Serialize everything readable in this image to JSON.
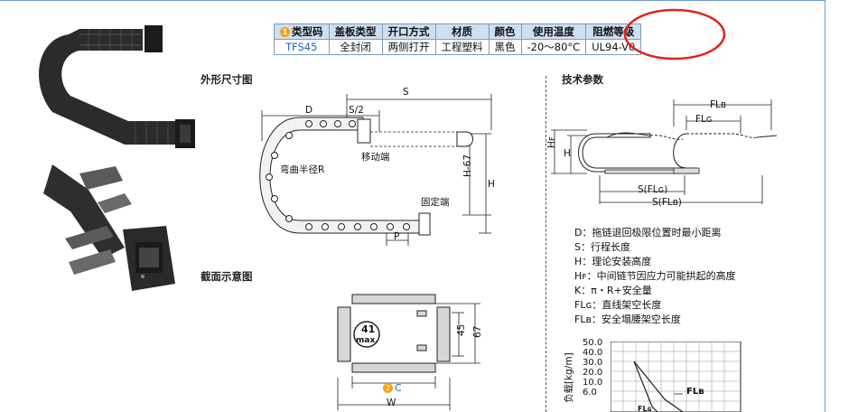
{
  "spec_table": {
    "headers": [
      "类型码",
      "盖板类型",
      "开口方式",
      "材质",
      "颜色",
      "使用温度",
      "阻燃等级"
    ],
    "badge": "1",
    "row": [
      "TFS45",
      "全封闭",
      "两侧打开",
      "工程塑料",
      "黑色",
      "-20～80°C",
      "UL94-V0"
    ]
  },
  "sections": {
    "outline": "外形尺寸图",
    "tech": "技术参数",
    "section_view": "截面示意图"
  },
  "outline_labels": {
    "s": "S",
    "d": "D",
    "s_half": "S/2",
    "moving_end": "移动端",
    "bend_radius": "弯曲半径R",
    "h67": "H-67",
    "h": "H",
    "fixed_end": "固定端",
    "p": "P"
  },
  "tech_labels": {
    "flb": "FLʙ",
    "flg": "FLɢ",
    "hf": "Hꜰ",
    "h": "H",
    "s_flg": "S(FLɢ)",
    "s_flb": "S(FLʙ)"
  },
  "legend": [
    "D：拖链退回极限位置时最小距离",
    "S：行程长度",
    "H：理论安装高度",
    "Hꜰ：中间链节因应力可能拱起的高度",
    "K：π・R+安全量",
    "FLɢ：直线架空长度",
    "FLʙ：安全塌腰架空长度"
  ],
  "section_labels": {
    "max_value": "41",
    "max_suffix": "max.",
    "dim_45": "45",
    "dim_67": "67",
    "badge": "2",
    "c": "C",
    "w": "W"
  },
  "load_chart": {
    "ylabel": "负载[kg/m]",
    "ticks": [
      "50.0",
      "40.0",
      "30.0",
      "20.0",
      "10.0",
      "6.0"
    ],
    "curve_label": "FLʙ",
    "curve_label2": "FLɢ"
  },
  "colors": {
    "table_header": "#cfdff0",
    "code_blue": "#1e62c7",
    "badge_orange": "#f3a21a",
    "highlight_red": "#e2231a"
  }
}
